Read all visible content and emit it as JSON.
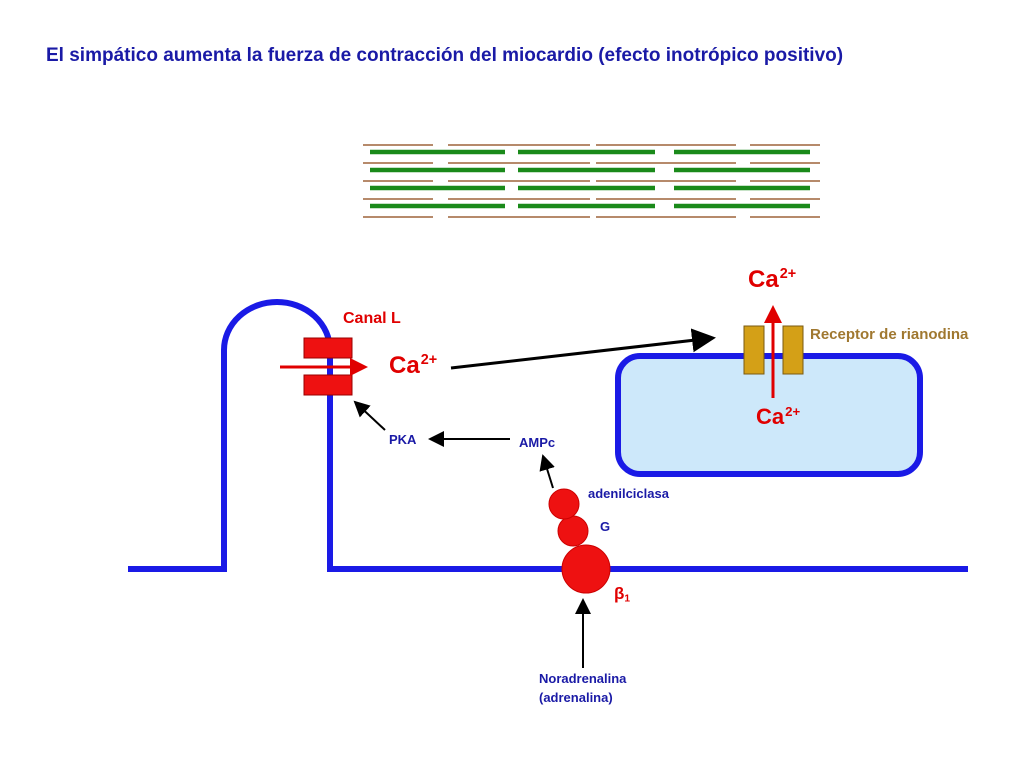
{
  "title": "El simpático aumenta la fuerza de contracción del miocardio (efecto inotrópico positivo)",
  "labels": {
    "canal_l": "Canal L",
    "receptor_rianodina": "Receptor de rianodina",
    "pka": "PKA",
    "ampc": "AMPc",
    "adenilciclasa": "adenilciclasa",
    "g_protein": "G",
    "beta": "β",
    "beta_sub": "1",
    "noradrenalina_line1": "Noradrenalina",
    "noradrenalina_line2": "(adrenalina)"
  },
  "ca_labels": [
    {
      "id": "entry",
      "base": "Ca",
      "charge": "2+"
    },
    {
      "id": "released",
      "base": "Ca",
      "charge": "2+"
    },
    {
      "id": "reticulum",
      "base": "Ca",
      "charge": "2+"
    }
  ],
  "colors": {
    "membrane": "#1a1ae6",
    "text_blue": "#1a1aa6",
    "red": "#e00000",
    "channel_red": "#ee1111",
    "reticulum_fill": "#cde8fa",
    "ryanodine_gold": "#d4a017",
    "ryanodine_text": "#a07830",
    "actin_brown": "#8b4513",
    "myosin_green": "#1a8a1a"
  }
}
